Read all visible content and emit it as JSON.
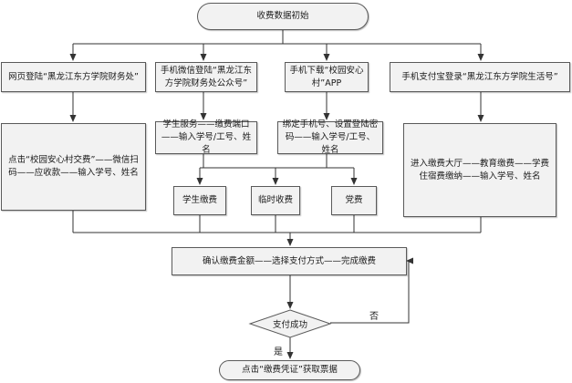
{
  "start": "收费数据初始",
  "channels": [
    {
      "login": "网页登陆“黑龙江东方学院财务处”",
      "step": "点击“校园安心村交费”——微信扫码——应收款——输入学号、姓名"
    },
    {
      "login": "手机微信登陆“黑龙江东方学院财务处公众号”",
      "step": "学生服务——缴费端口——输入学号/工号、姓名"
    },
    {
      "login": "手机下载“校园安心村”APP",
      "step": "绑定手机号、设置登陆密码——输入学号/工号、姓名"
    },
    {
      "login": "手机支付宝登录“黑龙江东方学院生活号”",
      "step": "进入缴费大厅——教育缴费——学费住宿费缴纳——输入学号、姓名"
    }
  ],
  "fee_types": [
    "学生缴费",
    "临时收费",
    "党费"
  ],
  "confirm": "确认缴费金额——选择支付方式——完成缴费",
  "decision": "支付成功",
  "no_label": "否",
  "yes_label": "是",
  "end": "点击“缴费凭证”获取票据",
  "colors": {
    "box_fill": "#f2f2f2",
    "border": "#5a5a5a",
    "arrow": "#333333"
  }
}
